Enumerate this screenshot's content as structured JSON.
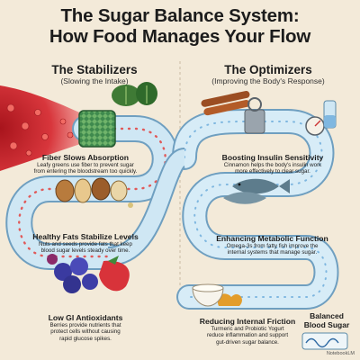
{
  "header": {
    "title_line1": "The Sugar Balance System:",
    "title_line2": "How Food Manages Your Flow"
  },
  "left_column": {
    "heading": "The Stabilizers",
    "subheading": "(Slowing the Intake)",
    "items": [
      {
        "title": "Fiber Slows Absorption",
        "desc_line1": "Leafy greens use fiber to prevent sugar",
        "desc_line2": "from entering the bloodstream too quickly."
      },
      {
        "title": "Healthy Fats Stabilize Levels",
        "desc_line1": "Nuts and seeds provide fats that keep",
        "desc_line2": "blood sugar levels steady over time."
      },
      {
        "title": "Low GI Antioxidants",
        "desc_line1": "Berries provide nutrients that",
        "desc_line2": "protect cells without causing",
        "desc_line3": "rapid glucose spikes."
      }
    ]
  },
  "right_column": {
    "heading": "The Optimizers",
    "subheading": "(Improving the Body's Response)",
    "items": [
      {
        "title": "Boosting Insulin Sensitivity",
        "desc_line1": "Cinnamon helps the body's insulin work",
        "desc_line2": "more effectively to clear sugar."
      },
      {
        "title": "Enhancing Metabolic Function",
        "desc_line1": "Omega-3s from fatty fish improve the",
        "desc_line2": "internal systems that manage sugar."
      },
      {
        "title": "Reducing Internal Friction",
        "desc_line1": "Turmeric and Probiotic Yogurt",
        "desc_line2": "reduce inflammation and support",
        "desc_line3": "gut-driven sugar balance."
      }
    ]
  },
  "result": {
    "line1": "Balanced",
    "line2": "Blood Sugar"
  },
  "watermark": "NotebookLM",
  "colors": {
    "background": "#f3ead9",
    "pipe_blue": "#a9d3ea",
    "blood_red": "#d8363c",
    "valve_green": "#3f8a4e"
  },
  "icons": [
    "leafy-greens-icon",
    "nuts-icon",
    "berries-icon",
    "cinnamon-icon",
    "fish-icon",
    "turmeric-icon",
    "yogurt-icon",
    "gauge-icon",
    "vial-icon"
  ]
}
